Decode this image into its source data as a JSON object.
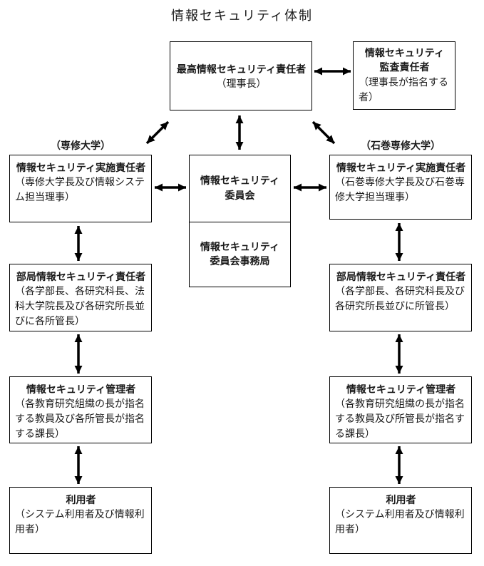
{
  "page_title": "情報セキュリティ体制",
  "group_labels": {
    "left": "（専修大学）",
    "right": "（石巻専修大学）"
  },
  "top_row": {
    "ciso": {
      "title": "最高情報セキュリティ責任者",
      "note": "（理事長）"
    },
    "audit": {
      "title_line1": "情報セキュリティ",
      "title_line2": "監査責任者",
      "note": "（理事長が指名する者）"
    }
  },
  "committee": {
    "main_line1": "情報セキュリティ",
    "main_line2": "委員会",
    "office_line1": "情報セキュリティ",
    "office_line2": "委員会事務局"
  },
  "left_column": [
    {
      "title": "情報セキュリティ実施責任者",
      "note": "（専修大学長及び情報システム担当理事）"
    },
    {
      "title": "部局情報セキュリティ責任者",
      "note": "（各学部長、各研究科長、法科大学院長及び各研究所長並びに各所管長）"
    },
    {
      "title": "情報セキュリティ管理者",
      "note": "（各教育研究組織の長が指名する教員及び各所管長が指名する課長）"
    },
    {
      "title": "利用者",
      "note": "（システム利用者及び情報利用者）"
    }
  ],
  "right_column": [
    {
      "title": "情報セキュリティ実施責任者",
      "note": "（石巻専修大学長及び石巻専修大学担当理事）"
    },
    {
      "title": "部局情報セキュリティ責任者",
      "note": "（各学部長、各研究科長及び各研究所長並びに所管長）"
    },
    {
      "title": "情報セキュリティ管理者",
      "note": "（各教育研究組織の長が指名する教員及び所管長が指名する課長）"
    },
    {
      "title": "利用者",
      "note": "（システム利用者及び情報利用者）"
    }
  ],
  "colors": {
    "line": "#000000",
    "background": "#ffffff",
    "text": "#1a1a1a"
  }
}
